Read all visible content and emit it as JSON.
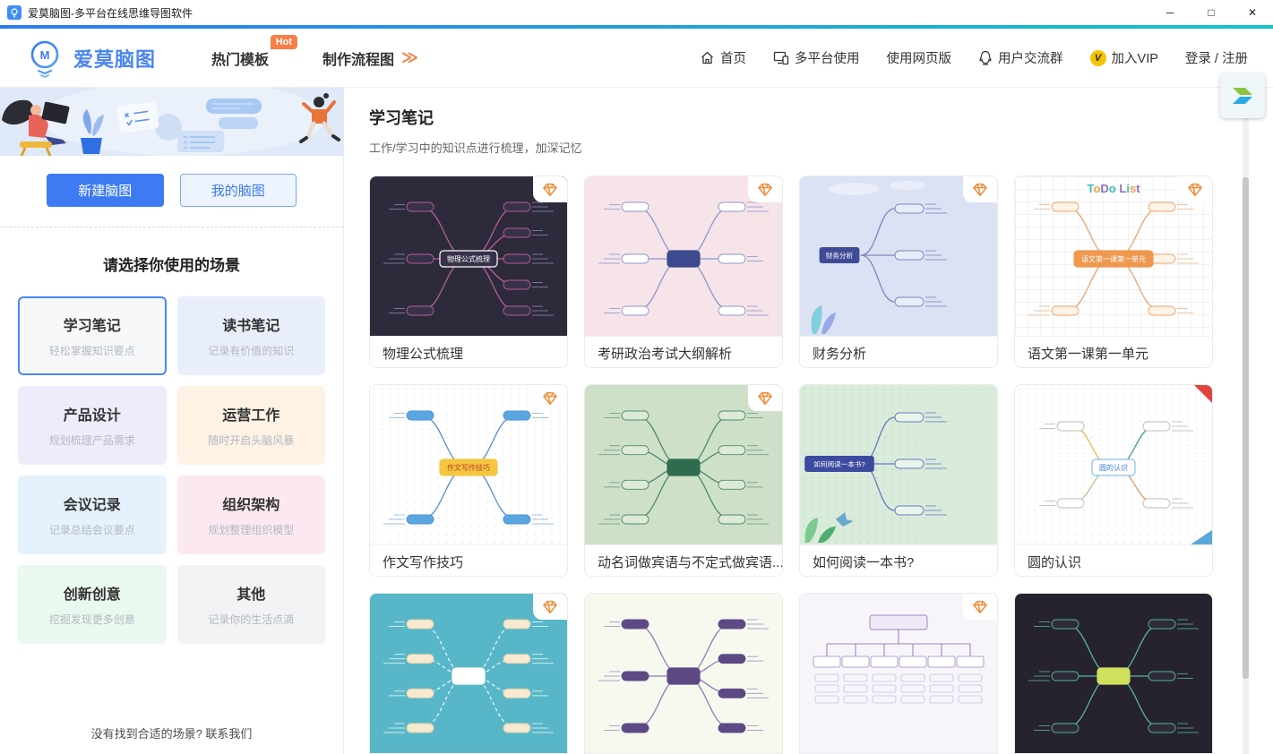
{
  "window": {
    "title": "爱莫脑图-多平台在线思维导图软件"
  },
  "icons": {
    "minimize": "─",
    "maximize": "□",
    "close": "✕",
    "flow_chevron": "≫",
    "vip_v": "V"
  },
  "nav": {
    "brand": "爱莫脑图",
    "hot_label": "热门模板",
    "hot_badge": "Hot",
    "flow_label": "制作流程图",
    "links": [
      {
        "label": "首页"
      },
      {
        "label": "多平台使用"
      },
      {
        "label": "使用网页版"
      },
      {
        "label": "用户交流群"
      },
      {
        "label": "加入VIP"
      },
      {
        "label": "登录 / 注册"
      }
    ]
  },
  "sidebar": {
    "new_button": "新建脑图",
    "my_button": "我的脑图",
    "heading": "请选择你使用的场景",
    "scenes": [
      {
        "title": "学习笔记",
        "desc": "轻松掌握知识要点",
        "bg": "#f7f8fa",
        "selected": true
      },
      {
        "title": "读书笔记",
        "desc": "记录有价值的知识",
        "bg": "#e9eefb",
        "selected": false
      },
      {
        "title": "产品设计",
        "desc": "规划梳理产品需求",
        "bg": "#eeecfb",
        "selected": false
      },
      {
        "title": "运营工作",
        "desc": "随时开启头脑风暴",
        "bg": "#fdf2e4",
        "selected": false
      },
      {
        "title": "会议记录",
        "desc": "记录总结会议要点",
        "bg": "#e5f2fd",
        "selected": false
      },
      {
        "title": "组织架构",
        "desc": "规划整理组织模型",
        "bg": "#fce8f1",
        "selected": false
      },
      {
        "title": "创新创意",
        "desc": "挖掘发现更多创意",
        "bg": "#e9f9ef",
        "selected": false
      },
      {
        "title": "其他",
        "desc": "记录你的生活点滴",
        "bg": "#f2f3f5",
        "selected": false
      }
    ],
    "footer": "没有找到合适的场景? 联系我们"
  },
  "main": {
    "title": "学习笔记",
    "subtitle": "工作/学习中的知识点进行梳理，加深记忆",
    "cards": [
      {
        "label": "物理公式梳理",
        "badge": "gem",
        "thumb": {
          "bg": "#2d2a3b",
          "grid": "none",
          "layout": "radial",
          "nL": 3,
          "nR": 5,
          "branch": "#b55f92",
          "node_bg": "#37324a",
          "node_border": "#b55f92",
          "center_bg": "#37324a",
          "center_border": "#ffffff",
          "center_text": "#ffffff",
          "label": "物理公式梳理",
          "tick": "#8d86ab"
        }
      },
      {
        "label": "考研政治考试大纲解析",
        "badge": "gem",
        "thumb": {
          "bg": "#f6e4e9",
          "grid": "none",
          "layout": "radial",
          "nL": 3,
          "nR": 3,
          "branch": "#8d96c8",
          "node_bg": "#ffffff",
          "node_border": "#8d96c8",
          "center_bg": "#3d4a8f",
          "center_border": "#3d4a8f",
          "center_text": "#ffffff",
          "label": "",
          "tick": "#8d96c8"
        }
      },
      {
        "label": "财务分析",
        "badge": "gem",
        "thumb": {
          "bg": "#dbe2f4",
          "grid": "none",
          "layout": "right",
          "branch": "#7c86bd",
          "node_bg": "#e8ecf8",
          "node_border": "#7c86bd",
          "center_bg": "#3f4c95",
          "center_border": "#3f4c95",
          "center_text": "#ffffff",
          "label": "财务分析",
          "tick": "#7c86bd",
          "deco": "clouds"
        }
      },
      {
        "label": "语文第一课第一单元",
        "badge": "gem",
        "thumb": {
          "bg": "#ffffff",
          "grid": "lines",
          "layout": "radial",
          "nL": 2,
          "nR": 3,
          "branch": "#eda36a",
          "node_bg": "#fdf3e8",
          "node_border": "#eda36a",
          "center_bg": "#ef9950",
          "center_border": "#ef9950",
          "center_text": "#ffffff",
          "label": "语文第一课第一单元",
          "header": "ToDo List",
          "tick": "#e5b68c"
        }
      },
      {
        "label": "作文写作技巧",
        "badge": "gem",
        "thumb": {
          "bg": "#ffffff",
          "grid": "dots",
          "layout": "radial",
          "nL": 2,
          "nR": 2,
          "branch": "#4f8fd6",
          "node_bg": "#5aa7e0",
          "node_border": "#4f8fd6",
          "center_bg": "#f3c63e",
          "center_border": "#f3c63e",
          "center_text": "#c23b2e",
          "label": "作文写作技巧",
          "tick": "#88b4dd"
        }
      },
      {
        "label": "动名词做宾语与不定式做宾语...",
        "badge": "gem",
        "thumb": {
          "bg": "#cfe0c8",
          "grid": "none",
          "layout": "radial",
          "nL": 4,
          "nR": 4,
          "branch": "#4e8a6a",
          "node_bg": "#dcead6",
          "node_border": "#4e8a6a",
          "center_bg": "#2f6b4f",
          "center_border": "#2f6b4f",
          "center_text": "#ffffff",
          "label": "",
          "tick": "#679b80"
        }
      },
      {
        "label": "如何阅读一本书?",
        "badge": "none",
        "thumb": {
          "bg": "#d9ecdb",
          "grid": "dots",
          "layout": "right",
          "branch": "#6a77c1",
          "node_bg": "#e9f4ea",
          "node_border": "#6a77c1",
          "center_bg": "#3d4a9f",
          "center_border": "#3d4a9f",
          "center_text": "#ffffff",
          "label": "如何阅读一本书?",
          "tick": "#6a77c1",
          "deco": "nature"
        }
      },
      {
        "label": "圆的认识",
        "badge": "flag",
        "thumb": {
          "bg": "#ffffff",
          "grid": "dots",
          "layout": "radial4",
          "branch": [
            "#e3bc3c",
            "#3fa35f",
            "#a9cf8f",
            "#e09a5d"
          ],
          "node_bg": "#ffffff",
          "node_border": "#bbbbbb",
          "center_bg": "#ffffff",
          "center_border": "#86c0e8",
          "center_text": "#3a7bd5",
          "label": "圆的认识",
          "tick": "#b9b9b9",
          "deco": "tri"
        }
      },
      {
        "label": "",
        "badge": "gem",
        "thumb": {
          "bg": "#57b7c9",
          "grid": "none",
          "layout": "radial",
          "nL": 4,
          "nR": 4,
          "branch": "#e8f4f6",
          "dash": true,
          "node_bg": "#f7ead0",
          "node_border": "#e0cfa5",
          "center_bg": "#ffffff",
          "center_border": "#ffffff",
          "center_text": "#555555",
          "label": "",
          "tick": "#eef7f8"
        }
      },
      {
        "label": "",
        "badge": "none",
        "thumb": {
          "bg": "#f7f9ef",
          "grid": "none",
          "layout": "radial",
          "nL": 3,
          "nR": 4,
          "branch": "#8f7bb5",
          "node_bg": "#5d4a85",
          "node_border": "#5d4a85",
          "center_bg": "#5d4a85",
          "center_border": "#5d4a85",
          "center_text": "#ffffff",
          "label": "",
          "tick": "#9d8cc0"
        }
      },
      {
        "label": "",
        "badge": "gem",
        "thumb": {
          "bg": "#f7f5fa",
          "grid": "none",
          "layout": "org",
          "branch": "#9b87c2",
          "node_bg": "#ffffff",
          "node_border": "#9b87c2",
          "center_bg": "#efe9f8",
          "center_border": "#9b87c2",
          "center_text": "#7a5fa0",
          "label": "",
          "tick": "#9b87c2"
        }
      },
      {
        "label": "",
        "badge": "none",
        "thumb": {
          "bg": "#26232e",
          "grid": "none",
          "layout": "radial",
          "nL": 3,
          "nR": 3,
          "branch": "#57b3a0",
          "node_bg": "#2e2a38",
          "node_border": "#57b3a0",
          "center_bg": "#cfe05e",
          "center_border": "#cfe05e",
          "center_text": "#333333",
          "label": "",
          "tick": "#57b3a0"
        }
      }
    ]
  },
  "colors": {
    "accent": "#3e7bf2",
    "gradient_from": "#2e7bf0",
    "gradient_to": "#13c5c5",
    "hot": "#fa7e45",
    "gem": "#f0903e"
  }
}
